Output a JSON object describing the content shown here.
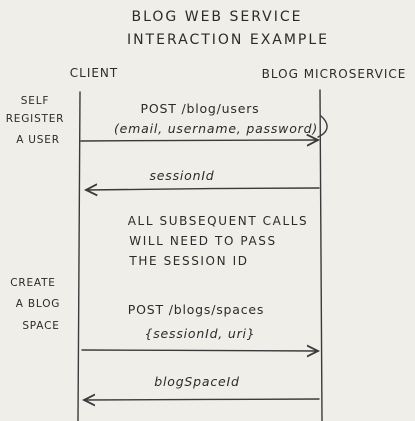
{
  "title": {
    "line1": "BLOG WEB SERVICE",
    "line2": "INTERACTION EXAMPLE"
  },
  "participants": {
    "client": "CLIENT",
    "service": "BLOG MICROSERVICE"
  },
  "side_labels": {
    "register": [
      "SELF",
      "REGISTER",
      "A USER"
    ],
    "create": [
      "CREATE",
      "A BLOG",
      "SPACE"
    ]
  },
  "messages": {
    "register_request": {
      "line1": "POST /blog/users",
      "line2": "(email, username, password)"
    },
    "session_response": "sessionId",
    "create_request": {
      "line1": "POST /blogs/spaces",
      "line2": "{sessionId, uri}"
    },
    "space_response": "blogSpaceId"
  },
  "note": {
    "lines": [
      "ALL SUBSEQUENT CALLS",
      "WILL NEED TO PASS",
      "THE SESSION ID"
    ]
  }
}
